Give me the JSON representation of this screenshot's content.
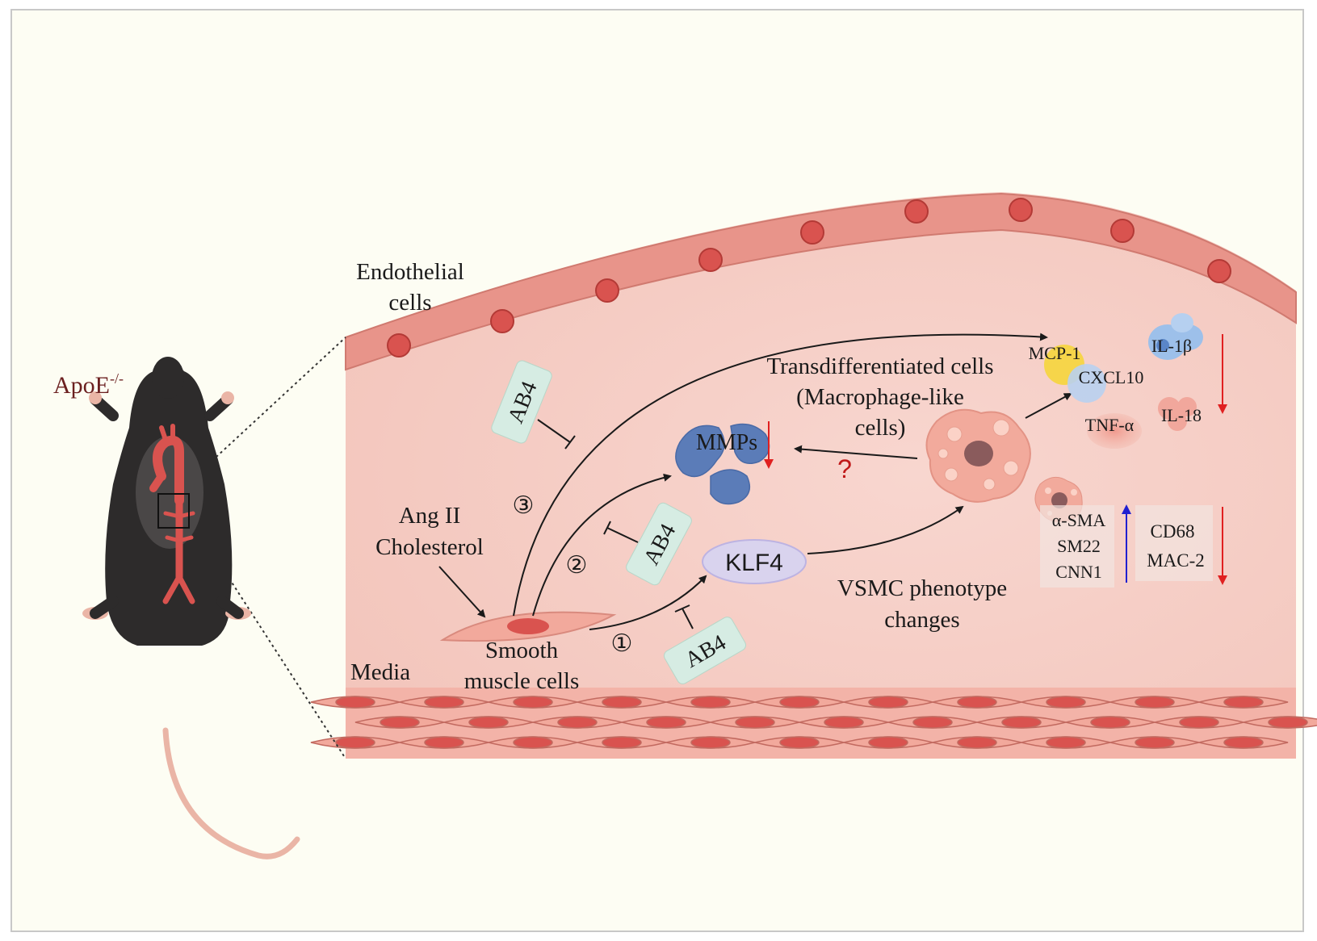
{
  "mouse": {
    "genotype": "ApoE",
    "genotype_sup": "-/-"
  },
  "labels": {
    "endothelial": [
      "Endothelial",
      "cells"
    ],
    "media": "Media",
    "stimulus": [
      "Ang II",
      "Cholesterol"
    ],
    "smc": [
      "Smooth",
      "muscle cells"
    ],
    "transdiff": [
      "Transdifferentiated cells",
      "(Macrophage-like",
      "cells)"
    ],
    "vsmc": [
      "VSMC phenotype",
      "changes"
    ],
    "question": "?"
  },
  "nodes": {
    "mmps": "MMPs",
    "klf4": "KLF4",
    "inhibitor": "AB4"
  },
  "pathways": [
    "①",
    "②",
    "③"
  ],
  "cytokines": {
    "mcp1": "MCP-1",
    "cxcl10": "CXCL10",
    "il1b": "IL-1β",
    "tnfa": "TNF-α",
    "il18": "IL-18"
  },
  "contractile_markers": [
    "α-SMA",
    "SM22",
    "CNN1"
  ],
  "macrophage_markers": [
    "CD68",
    "MAC-2"
  ],
  "colors": {
    "background": "#fdfdf3",
    "vessel": "#f5cfc6",
    "cell": "#e8948a",
    "nucleus": "#d9534f",
    "ab4_box": "#d6ece3",
    "klf4": "#d9d3ee",
    "mmps": "#5b7cb8",
    "down_arrow": "#e02020",
    "up_arrow": "#2020d0",
    "question": "#c01818"
  }
}
